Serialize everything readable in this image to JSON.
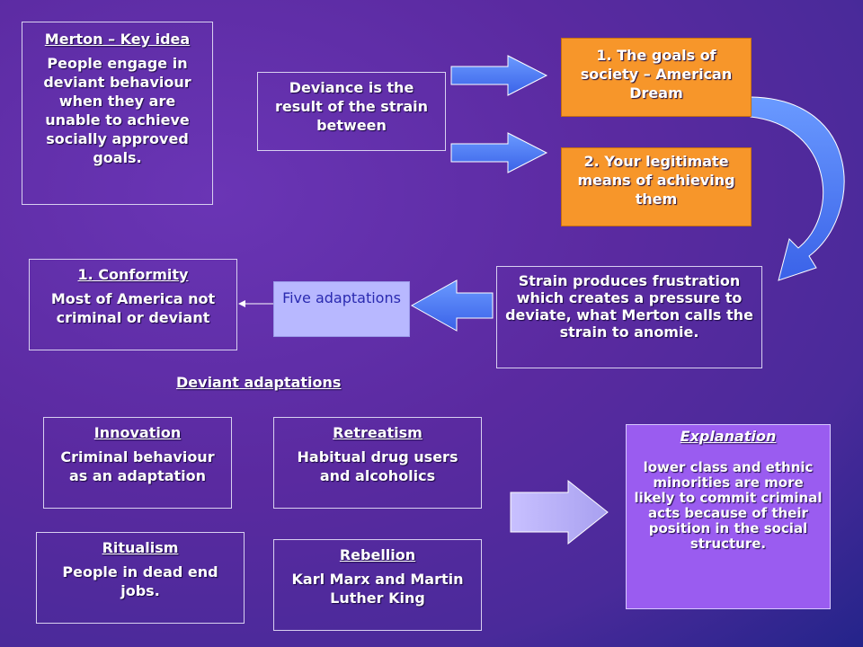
{
  "merton": {
    "title": "Merton – Key idea",
    "text": "People engage in deviant behaviour when they are unable to achieve socially approved goals."
  },
  "deviance": {
    "text": "Deviance is the result of the strain between"
  },
  "goals": {
    "text": "1. The goals of society – American Dream"
  },
  "means": {
    "text": "2. Your legitimate means of achieving them"
  },
  "strain": {
    "text": "Strain produces frustration which creates a pressure to deviate, what Merton calls the strain to anomie."
  },
  "five": {
    "text": "Five adaptations"
  },
  "conformity": {
    "title": "1. Conformity",
    "text": "Most of America not criminal or deviant"
  },
  "deviant_adaptations": "Deviant adaptations",
  "innovation": {
    "title": "Innovation",
    "text": "Criminal behaviour as an adaptation"
  },
  "retreatism": {
    "title": "Retreatism",
    "text": "Habitual drug users and alcoholics"
  },
  "ritualism": {
    "title": "Ritualism",
    "text": "People in dead end jobs."
  },
  "rebellion": {
    "title": "Rebellion",
    "text": "Karl Marx and Martin Luther King"
  },
  "explanation": {
    "title": "Explanation",
    "text": "lower class and ethnic minorities are more likely to commit criminal acts because of their position in the social structure."
  },
  "colors": {
    "orange": "#f7962a",
    "arrow_blue": "#4a7aff",
    "arrow_lilac": "#b8b8ff",
    "violet": "#9a5cf0"
  }
}
